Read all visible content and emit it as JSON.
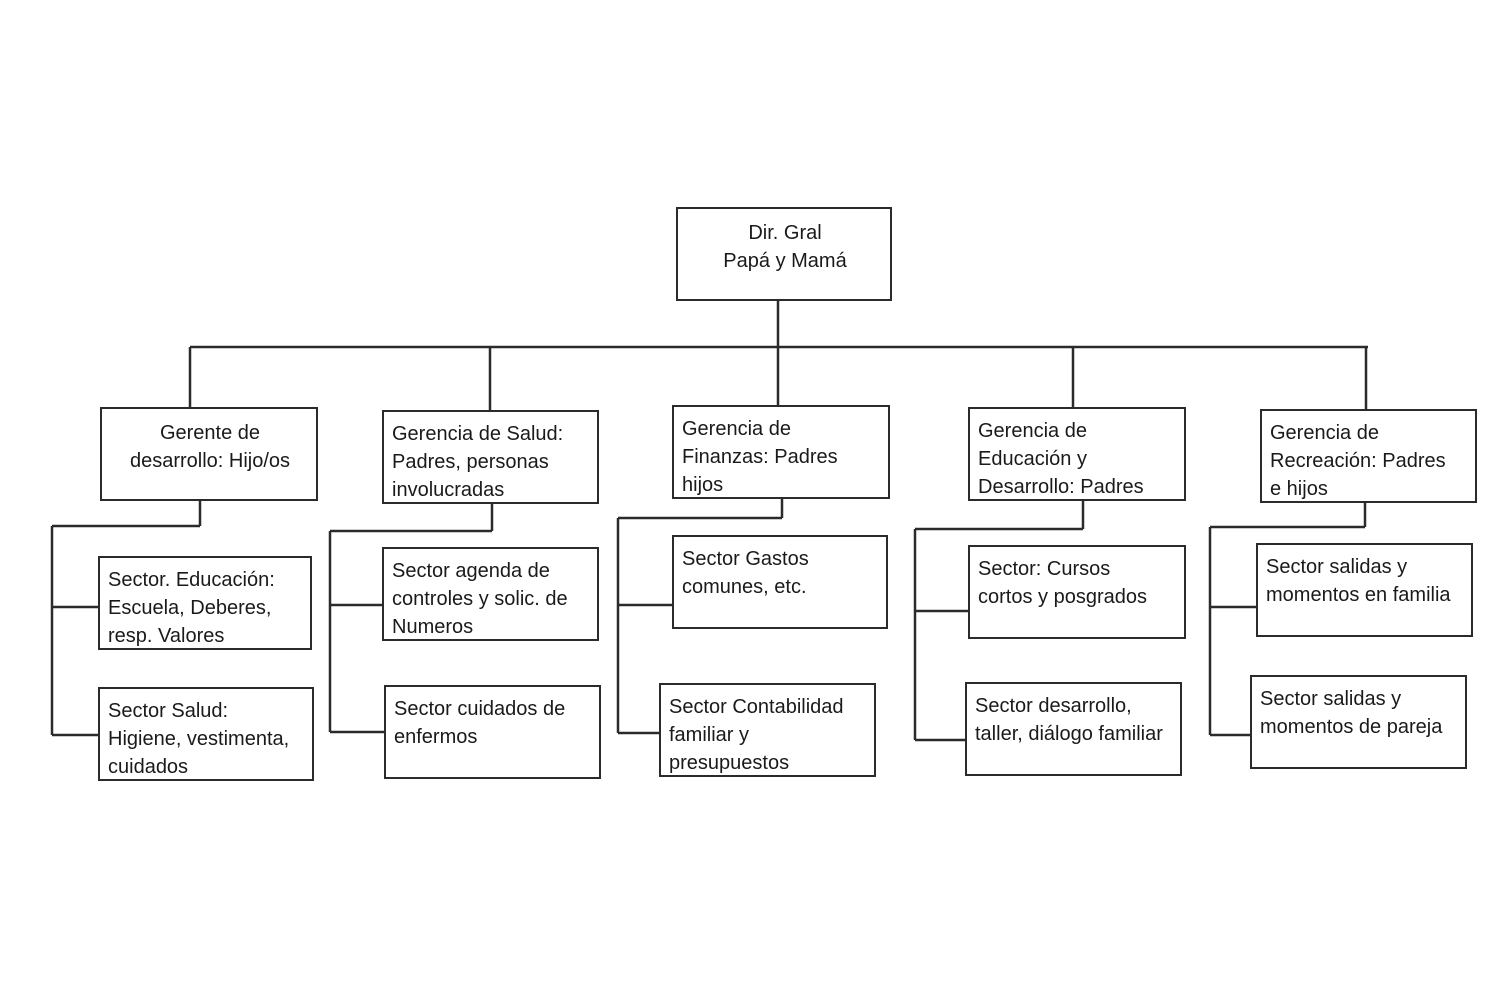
{
  "chart_data": {
    "type": "org-chart",
    "root": {
      "id": "dir",
      "text": "Dir. Gral\nPapá y Mamá"
    },
    "branches": [
      {
        "id": "desarrollo",
        "text": "Gerente de\ndesarrollo:  Hijo/os",
        "sectors": [
          "Sector. Educación:\nEscuela, Deberes,\nresp. Valores",
          "Sector Salud:\nHigiene, vestimenta,\ncuidados"
        ]
      },
      {
        "id": "salud",
        "text": "Gerencia de Salud:\nPadres, personas\ninvolucradas",
        "sectors": [
          "Sector agenda de\ncontroles y solic. de\nNumeros",
          "Sector cuidados de\nenfermos"
        ]
      },
      {
        "id": "finanzas",
        "text": "Gerencia de\nFinanzas: Padres\nhijos",
        "sectors": [
          "Sector Gastos\ncomunes, etc.",
          "Sector Contabilidad\nfamiliar y\npresupuestos"
        ]
      },
      {
        "id": "educacion",
        "text": "Gerencia de\nEducación y\nDesarrollo: Padres",
        "sectors": [
          "Sector: Cursos\ncortos y posgrados",
          "Sector desarrollo,\ntaller, diálogo familiar"
        ]
      },
      {
        "id": "recreacion",
        "text": "Gerencia de\nRecreación: Padres\ne hijos",
        "sectors": [
          "Sector salidas y\nmomentos en familia",
          "Sector salidas y\nmomentos de pareja"
        ]
      }
    ]
  }
}
